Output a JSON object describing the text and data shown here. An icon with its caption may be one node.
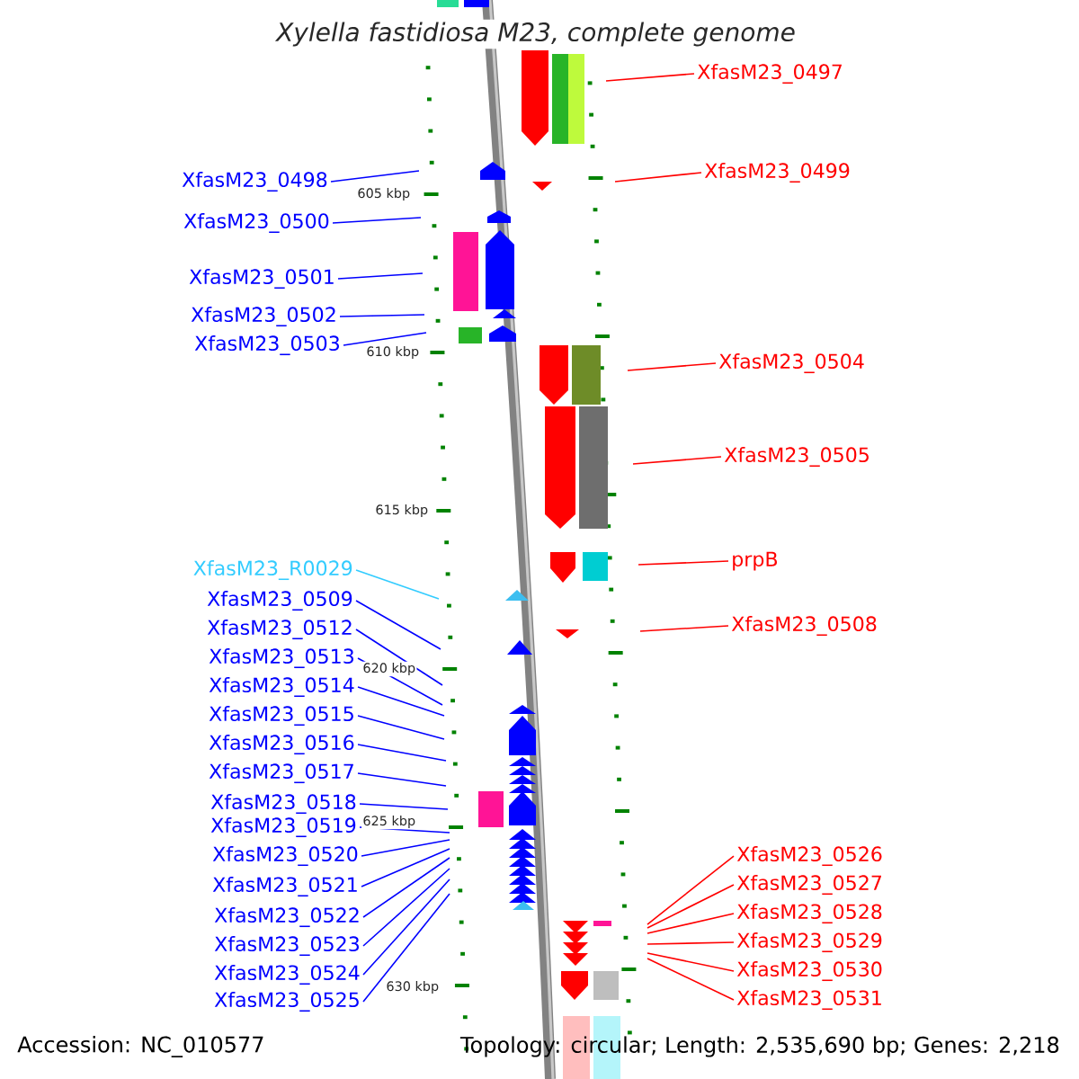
{
  "diagram": {
    "title": "Xylella fastidiosa M23, complete genome",
    "nodes": [
      {
        "text": [
          "XfasM23_0498"
        ]
      },
      {
        "text": [
          "XfasM23_0500"
        ]
      },
      {
        "text": [
          "XfasM23_0501"
        ]
      },
      {
        "text": [
          "XfasM23_0502"
        ]
      },
      {
        "text": [
          "XfasM23_0503"
        ]
      },
      {
        "text": [
          "XfasM23_R0029"
        ]
      },
      {
        "text": [
          "XfasM23_0509"
        ]
      },
      {
        "text": [
          "XfasM23_0512"
        ]
      },
      {
        "text": [
          "XfasM23_0513"
        ]
      },
      {
        "text": [
          "XfasM23_0514"
        ]
      },
      {
        "text": [
          "XfasM23_0515"
        ]
      },
      {
        "text": [
          "XfasM23_0516"
        ]
      },
      {
        "text": [
          "XfasM23_0517"
        ]
      },
      {
        "text": [
          "XfasM23_0518"
        ]
      },
      {
        "text": [
          "XfasM23_0519"
        ]
      },
      {
        "text": [
          "XfasM23_0520"
        ]
      },
      {
        "text": [
          "XfasM23_0521"
        ]
      },
      {
        "text": [
          "XfasM23_0522"
        ]
      },
      {
        "text": [
          "XfasM23_0523"
        ]
      },
      {
        "text": [
          "XfasM23_0524"
        ]
      },
      {
        "text": [
          "XfasM23_0525"
        ]
      },
      {
        "text": [
          "XfasM23_0497"
        ]
      },
      {
        "text": [
          "XfasM23_0499"
        ]
      },
      {
        "text": [
          "XfasM23_0504"
        ]
      },
      {
        "text": [
          "XfasM23_0505"
        ]
      },
      {
        "text": [
          "prpB"
        ]
      },
      {
        "text": [
          "XfasM23_0508"
        ]
      },
      {
        "text": [
          "XfasM23_0526"
        ]
      },
      {
        "text": [
          "XfasM23_0527"
        ]
      },
      {
        "text": [
          "XfasM23_0528"
        ]
      },
      {
        "text": [
          "XfasM23_0529"
        ]
      },
      {
        "text": [
          "XfasM23_0530"
        ]
      },
      {
        "text": [
          "XfasM23_0531"
        ]
      }
    ],
    "edges": [
      {
        "from": 0,
        "to": null,
        "arrow": "none"
      },
      {
        "from": 1,
        "to": null,
        "arrow": "none"
      },
      {
        "from": 2,
        "to": null,
        "arrow": "none"
      },
      {
        "from": 3,
        "to": null,
        "arrow": "none"
      },
      {
        "from": 4,
        "to": null,
        "arrow": "none"
      },
      {
        "from": 5,
        "to": null,
        "arrow": "none",
        "color": "#33ccff"
      },
      {
        "from": 6,
        "to": null,
        "arrow": "none"
      },
      {
        "from": 7,
        "to": null,
        "arrow": "none"
      },
      {
        "from": 8,
        "to": null,
        "arrow": "none"
      },
      {
        "from": 9,
        "to": null,
        "arrow": "none"
      },
      {
        "from": 10,
        "to": null,
        "arrow": "none"
      },
      {
        "from": 11,
        "to": null,
        "arrow": "none"
      },
      {
        "from": 12,
        "to": null,
        "arrow": "none"
      },
      {
        "from": 13,
        "to": null,
        "arrow": "none"
      },
      {
        "from": 14,
        "to": null,
        "arrow": "none"
      },
      {
        "from": 15,
        "to": null,
        "arrow": "none"
      },
      {
        "from": 16,
        "to": null,
        "arrow": "none"
      },
      {
        "from": 17,
        "to": null,
        "arrow": "none"
      },
      {
        "from": 18,
        "to": null,
        "arrow": "none"
      },
      {
        "from": 19,
        "to": null,
        "arrow": "none"
      },
      {
        "from": 20,
        "to": null,
        "arrow": "none"
      },
      {
        "from": 21,
        "to": null,
        "arrow": "none",
        "color": "#ff0000"
      },
      {
        "from": 22,
        "to": null,
        "arrow": "none",
        "color": "#ff0000"
      },
      {
        "from": 23,
        "to": null,
        "arrow": "none",
        "color": "#ff0000"
      },
      {
        "from": 24,
        "to": null,
        "arrow": "none",
        "color": "#ff0000"
      },
      {
        "from": 25,
        "to": null,
        "arrow": "none",
        "color": "#ff0000"
      },
      {
        "from": 26,
        "to": null,
        "arrow": "none",
        "color": "#ff0000"
      },
      {
        "from": 27,
        "to": null,
        "arrow": "none",
        "color": "#ff0000"
      },
      {
        "from": 28,
        "to": null,
        "arrow": "none",
        "color": "#ff0000"
      },
      {
        "from": 29,
        "to": null,
        "arrow": "none",
        "color": "#ff0000"
      },
      {
        "from": 30,
        "to": null,
        "arrow": "none",
        "color": "#ff0000"
      },
      {
        "from": 31,
        "to": null,
        "arrow": "none",
        "color": "#ff0000"
      },
      {
        "from": 32,
        "to": null,
        "arrow": "none",
        "color": "#ff0000"
      }
    ],
    "labels": [
      "605 kbp",
      "610 kbp",
      "615 kbp",
      "620 kbp",
      "625 kbp",
      "630 kbp",
      "Accession: NC_010577",
      "Topology: circular; Length: 2,535,690 bp; Genes: 2,218"
    ]
  }
}
